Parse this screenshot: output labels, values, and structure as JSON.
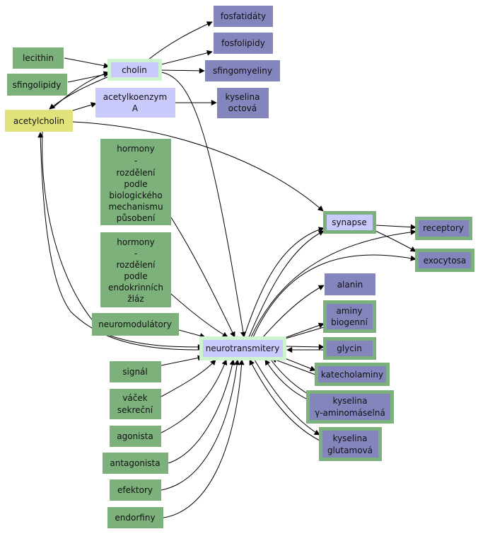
{
  "colors": {
    "green": "#7cb17c",
    "lavender": "#c9c9fb",
    "purple": "#8585bd",
    "yellow": "#e2e27d",
    "halo_green": "#7cb17c",
    "halo_light": "#cff3cf"
  },
  "nodes": {
    "lecithin": "lecithin",
    "sfingolipidy": "sfingolipidy",
    "acetylcholin": "acetylcholin",
    "cholin": "cholin",
    "acetylkoenzym_1": "acetylkoenzym",
    "acetylkoenzym_2": "A",
    "fosfatidaty": "fosfatidáty",
    "fosfolipidy": "fosfolipidy",
    "sfingomyeliny": "sfingomyeliny",
    "kyselina_octova_1": "kyselina",
    "kyselina_octova_2": "octová",
    "hormony_bio": [
      "hormony",
      "-",
      "rozdělení",
      "podle",
      "biologického",
      "mechanismu",
      "působení"
    ],
    "hormony_endo": [
      "hormony",
      "-",
      "rozdělení",
      "podle",
      "endokrinních",
      "žláz"
    ],
    "neuromodulatory": "neuromodulátory",
    "neurotransmitery": "neurotransmitery",
    "signal": "signál",
    "vacek_1": "váček",
    "vacek_2": "sekreční",
    "agonista": "agonista",
    "antagonista": "antagonista",
    "efektory": "efektory",
    "endorfiny": "endorfiny",
    "synapse": "synapse",
    "receptory": "receptory",
    "exocytosa": "exocytosa",
    "alanin": "alanin",
    "aminy_1": "aminy",
    "aminy_2": "biogenní",
    "glycin": "glycin",
    "katecholaminy": "katecholaminy",
    "gaba_1": "kyselina",
    "gaba_2": "γ-aminomáselná",
    "glutamova_1": "kyselina",
    "glutamova_2": "glutamová"
  }
}
